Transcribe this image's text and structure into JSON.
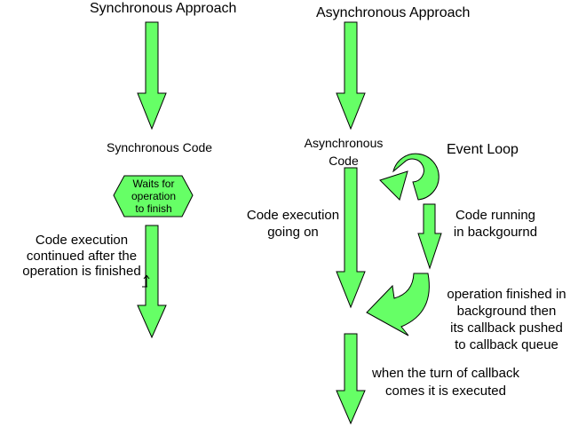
{
  "colors": {
    "arrow_fill": "#66ff66",
    "arrow_stroke": "#000000",
    "hexagon_fill": "#66ff66",
    "background": "#ffffff",
    "text": "#000000"
  },
  "sync": {
    "title": "Synchronous Approach",
    "code_label": "Synchronous Code",
    "wait_node": [
      "Waits for",
      "operation",
      "to finish"
    ],
    "continued": [
      "Code execution",
      "continued after the",
      "operation is finished"
    ]
  },
  "async": {
    "title": "Asynchronous Approach",
    "code_label": [
      "Asynchronous",
      "Code"
    ],
    "event_loop": "Event Loop",
    "execution": [
      "Code execution",
      "going on"
    ],
    "running": [
      "Code running",
      "in backgournd"
    ],
    "finished": [
      "operation finished in",
      "background then",
      "its callback pushed",
      "to callback queue"
    ],
    "turn": [
      "when the turn of callback",
      "comes it is executed"
    ]
  }
}
